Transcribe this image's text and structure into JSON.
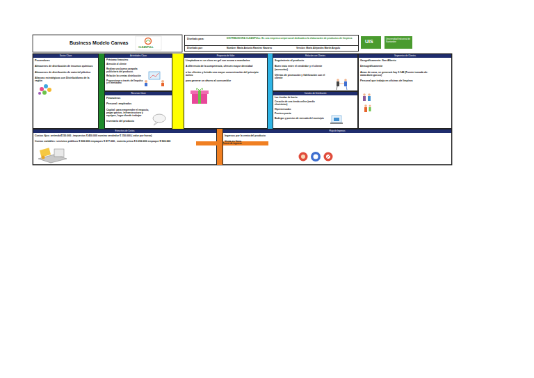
{
  "diagram": {
    "title": "Business Modelo Canvas",
    "nodes": [
      {
        "text": [
          "Diseñado para:",
          "DISTRIBUIDORA CLEANPULL: Es una empresa unipersonal dedicada a la elaboración de productos de limpieza",
          "Diseñado por:",
          "Nombre: María Antonia Ramírez Navarro",
          "Versión: María Alejandra Martín Angulo"
        ]
      },
      {
        "text": [
          "Socios Clave",
          "Proveedores",
          "Almacenes de distribución de insumos químicos",
          "Almacenes de distribución de material plástico",
          "Alianzas estratégicas con Distribuidoras de la región"
        ]
      },
      {
        "text": [
          "Actividades Clave",
          "Préstamo financiero",
          "Atención al cliente",
          "Realizar una buena campaña publicitaria del producto.",
          "Relación las ventas distribución",
          "Proporcionar a través del Impulso y el mercadeo"
        ]
      },
      {
        "text": [
          "Recursos Clave",
          "Financieros",
          "Personal: empleados",
          "Capital: para emprender el negocio, pagar gastos, infraestructura y equipos, lugar donde trabajar",
          "Inventario del producto"
        ]
      },
      {
        "text": [
          "Propuesta de Valor",
          "Limpiadora es un cloro en gel con aroma a mandarina",
          "A diferencia de la competencia, ofrecen mayor densidad",
          "a los clientes y brinda una mayor concentración del principio activo",
          "para generar un ahorro al consumidor"
        ]
      },
      {
        "text": [
          "Relación con Clientes",
          "Seguimiento al producto",
          "Buen trato entre el vendedor y el cliente (asesorías)",
          "Ofertas de promoción y fidelización con el cliente"
        ]
      },
      {
        "text": [
          "Canales de Distribución",
          "Las tiendas de barrio",
          "Creación de una tienda online (medio electrónico)",
          "Hipermercados",
          "Puerta a puerta",
          "Bodegas y puestos de mercado del municipio"
        ]
      },
      {
        "text": [
          "Segmentos de Clientes",
          "Geográficamente: San Alberto",
          "Demográficamente",
          "Amas de casa, se generará hay 3.148 (Fuente tomada de: www.dane.gov.co)",
          "Personal que trabaja en oficinas de limpieza"
        ]
      },
      {
        "text": [
          "Estructura de Costos",
          "Costos fijos: arriendo$150.000 , impuestos $ 450.000 nomina vendedor $ 150.000 ( valor por horas)",
          "Costos variables: servicios públicos $ 500.000 empaques $ 877.000 , materia prima $ 3.200.000 empaque $ 500.000"
        ]
      },
      {
        "text": [
          "Fuente de ingresos"
        ]
      },
      {
        "text": [
          "Flujo de Ingresos",
          "Ingresos por la venta del producto",
          "Venta en línea"
        ]
      }
    ],
    "labels": [
      "CLEANPULL",
      "UIS",
      "Universidad Industrial de Santander"
    ]
  }
}
